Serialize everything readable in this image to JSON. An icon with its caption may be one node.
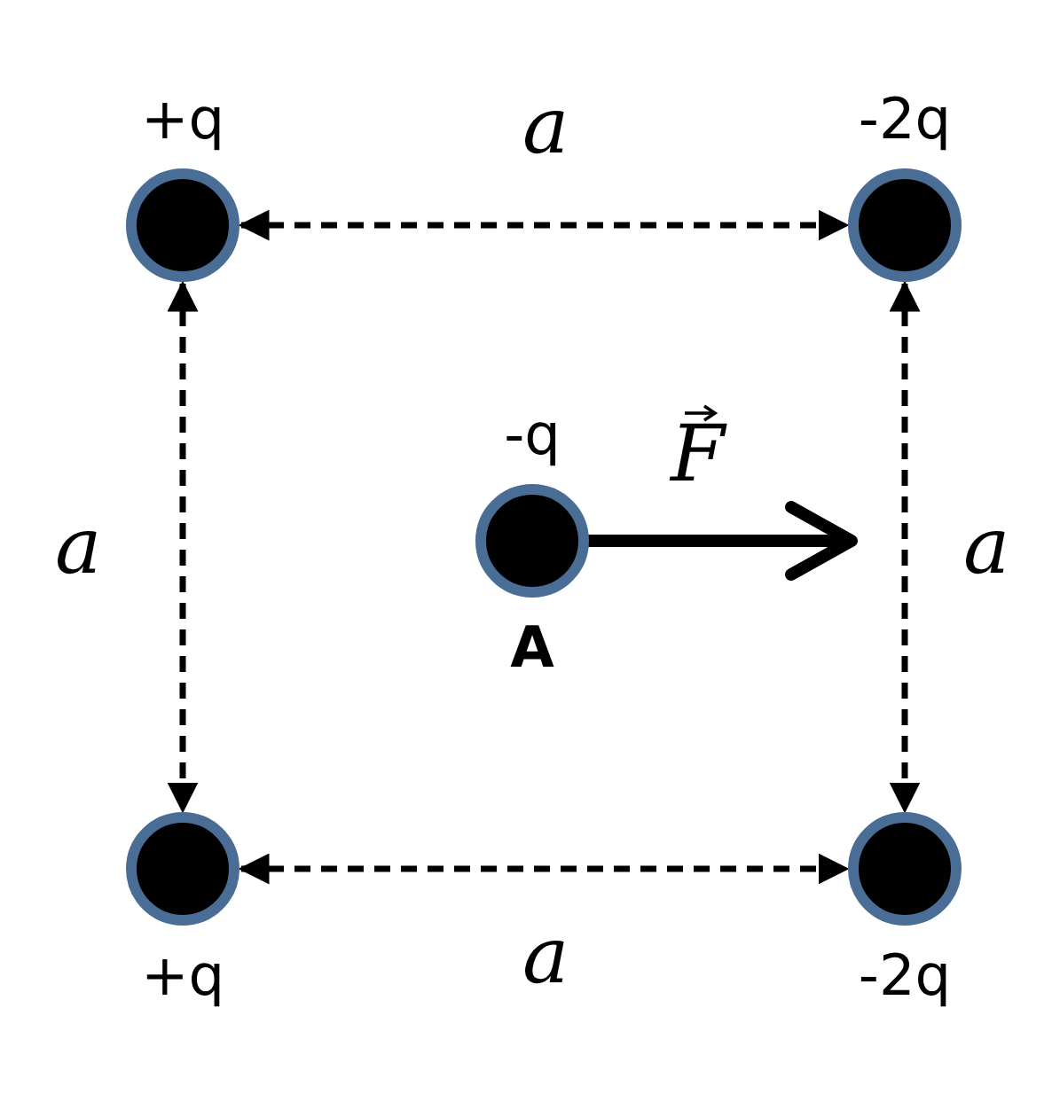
{
  "diagram": {
    "nodes": [
      {
        "text": [
          "+q"
        ]
      },
      {
        "text": [
          "-2q"
        ]
      },
      {
        "text": [
          "-q",
          "A"
        ]
      },
      {
        "text": [
          "+q"
        ]
      },
      {
        "text": [
          "-2q"
        ]
      }
    ],
    "edges": [
      {
        "from": 0,
        "to": 1,
        "arrow": "both",
        "style": "dashed",
        "label": "a"
      },
      {
        "from": 0,
        "to": 3,
        "arrow": "both",
        "style": "dashed",
        "label": "a"
      },
      {
        "from": 1,
        "to": 4,
        "arrow": "both",
        "style": "dashed",
        "label": "a"
      },
      {
        "from": 3,
        "to": 4,
        "arrow": "both",
        "style": "dashed",
        "label": "a"
      }
    ],
    "labels": [
      "F"
    ]
  }
}
